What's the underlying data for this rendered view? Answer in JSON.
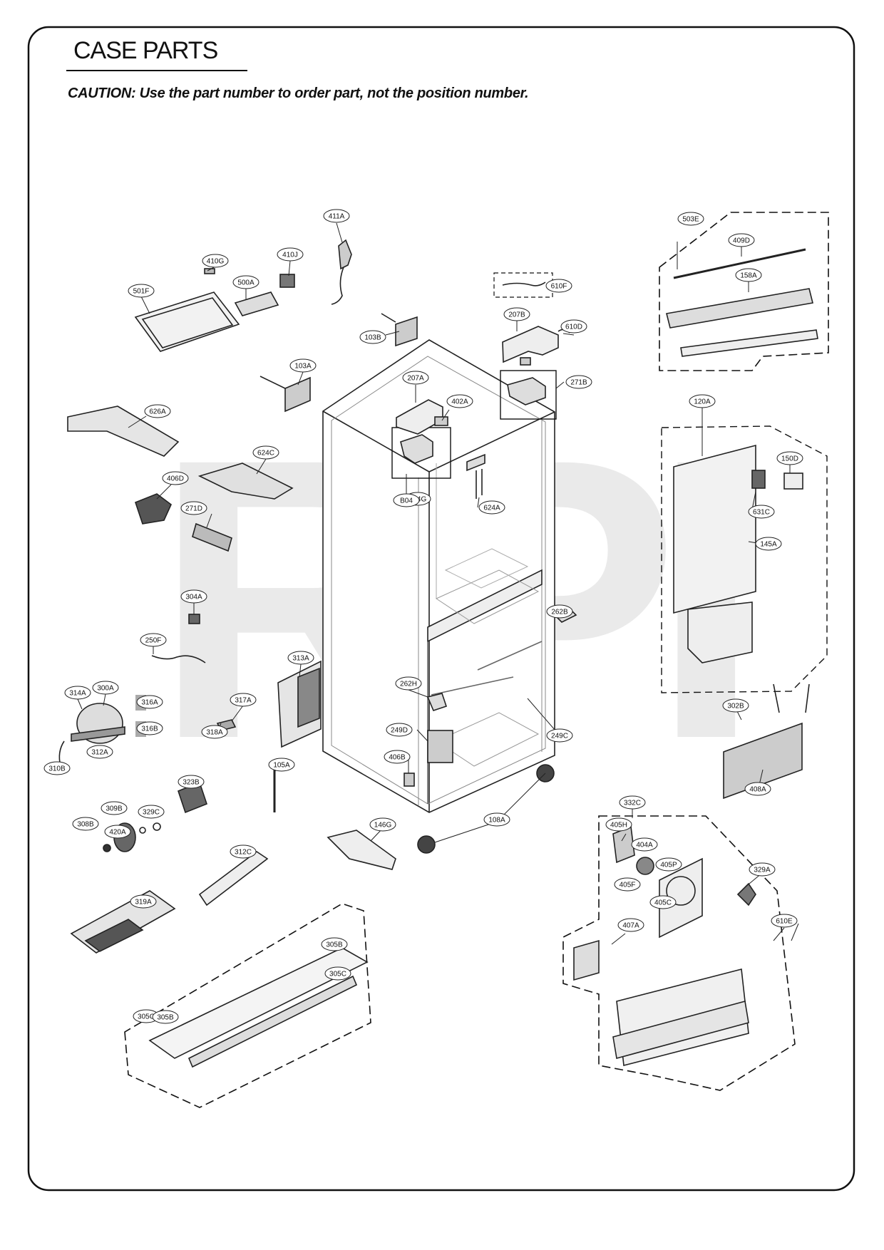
{
  "title": "CASE PARTS",
  "caution": "CAUTION: Use the part number to order part, not the position number.",
  "watermark": "RPI",
  "callouts": [
    "411A",
    "410G",
    "410J",
    "500A",
    "501F",
    "103B",
    "610F",
    "207B",
    "610D",
    "103A",
    "207A",
    "402A",
    "271B",
    "626A",
    "624C",
    "406D",
    "624G",
    "271D",
    "B04",
    "624A",
    "503E",
    "409D",
    "158A",
    "120A",
    "150D",
    "631C",
    "145A",
    "304A",
    "262B",
    "250F",
    "313A",
    "314A",
    "300A",
    "316A",
    "316B",
    "318A",
    "317A",
    "262H",
    "310B",
    "312A",
    "249D",
    "249C",
    "406B",
    "105A",
    "323B",
    "302B",
    "408A",
    "309B",
    "329C",
    "308B",
    "420A",
    "146G",
    "108A",
    "332C",
    "405H",
    "404A",
    "405P",
    "405F",
    "405C",
    "329A",
    "312C",
    "407A",
    "610E",
    "319A",
    "305B",
    "305C",
    "305C",
    "305B"
  ]
}
